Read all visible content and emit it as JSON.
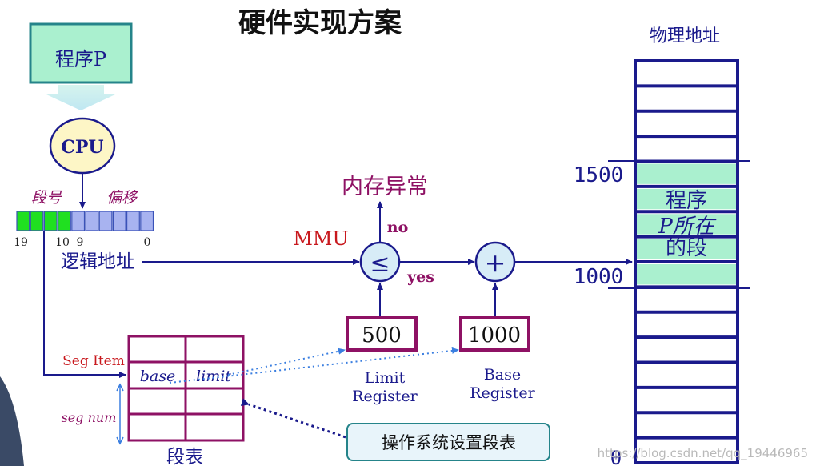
{
  "title": "硬件实现方案",
  "program_box": "程序P",
  "cpu": "CPU",
  "logical_address": {
    "segment_label": "段号",
    "offset_label": "偏移",
    "bit_19": "19",
    "bit_10": "10",
    "bit_9": "9",
    "bit_0": "0",
    "caption": "逻辑地址"
  },
  "mmu": "MMU",
  "compare_symbol": "≤",
  "add_symbol": "+",
  "no_label": "no",
  "yes_label": "yes",
  "exception": "内存异常",
  "limit_register": {
    "value": "500",
    "line1": "Limit",
    "line2": "Register"
  },
  "base_register": {
    "value": "1000",
    "line1": "Base",
    "line2": "Register"
  },
  "segment_table": {
    "seg_item": "Seg Item",
    "base": "base",
    "limit": "limit",
    "seg_num": "seg num",
    "caption": "段表"
  },
  "os_note": "操作系统设置段表",
  "physical_memory": {
    "title": "物理地址",
    "mark_1500": "1500",
    "mark_1000": "1000",
    "mark_0": "0",
    "segment_line1": "程序",
    "segment_line2": "P所在",
    "segment_line3": "的段"
  },
  "watermark": "https://blog.csdn.net/qq_19446965",
  "colors": {
    "navy": "#1a1a8c",
    "teal_fill": "#aaf0cf",
    "teal_border": "#25848a",
    "cpu_fill": "#fdf6c6",
    "magenta": "#8e1164",
    "red": "#c8181d",
    "green_bit": "#20e020",
    "blue_bit": "#a8b3f0",
    "note_fill": "#e8f4fa"
  }
}
